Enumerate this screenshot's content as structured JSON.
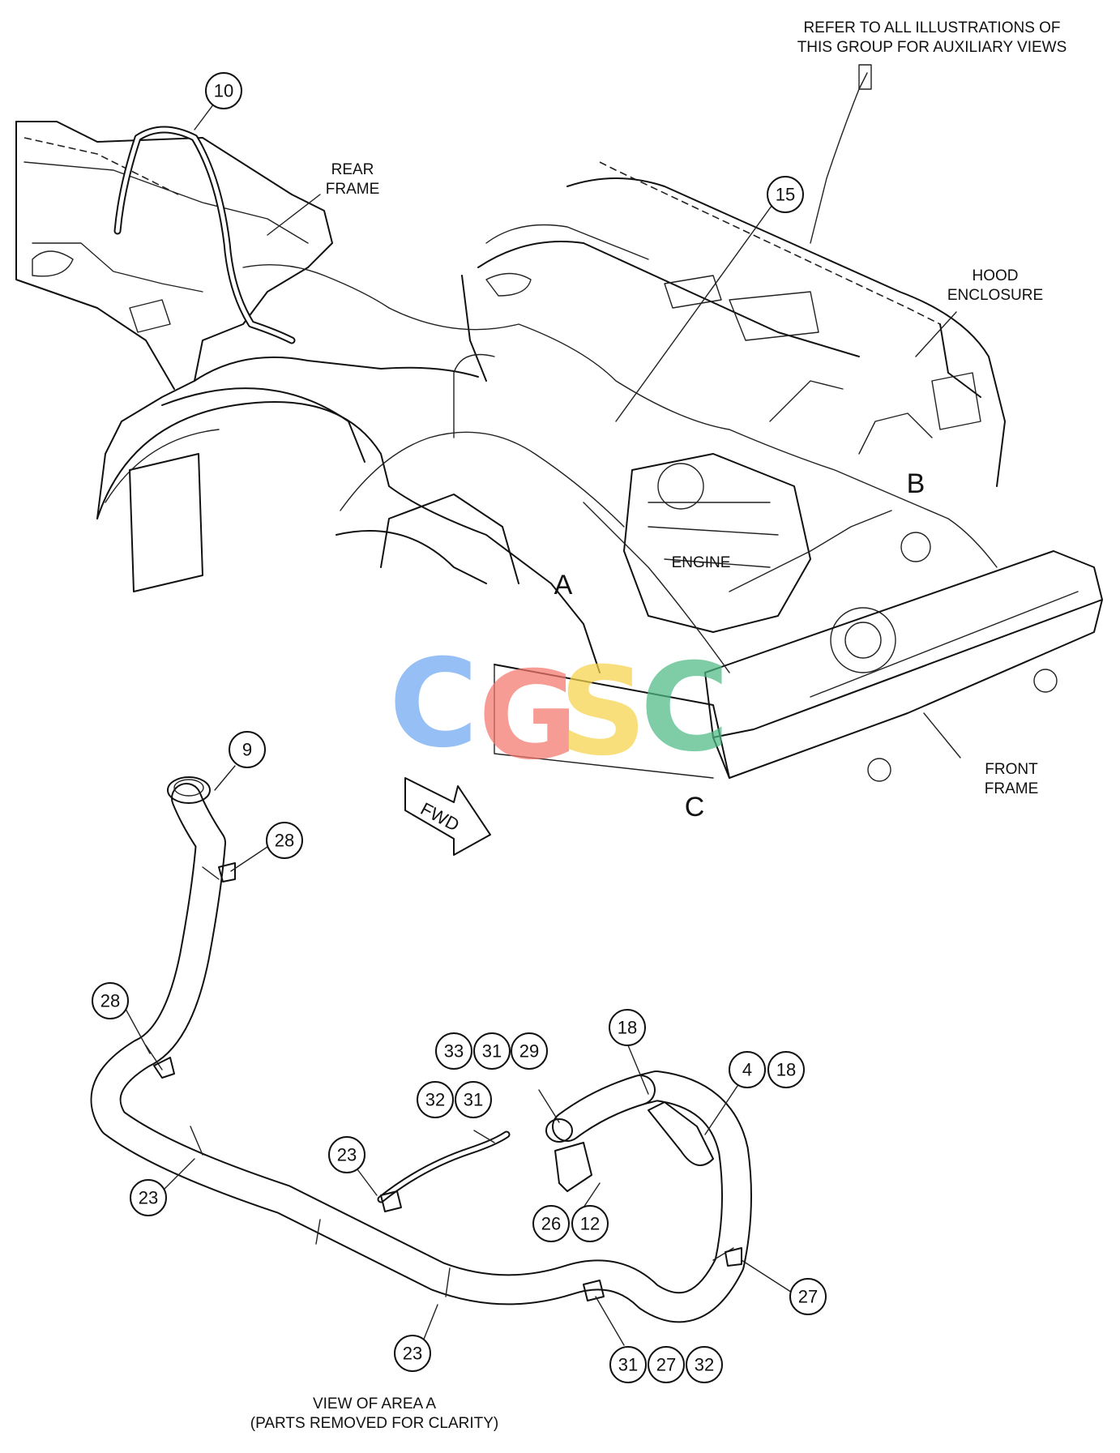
{
  "notes": {
    "refer_line1": "REFER TO ALL ILLUSTRATIONS OF",
    "refer_line2": "THIS GROUP FOR AUXILIARY VIEWS"
  },
  "labels": {
    "rear_frame_1": "REAR",
    "rear_frame_2": "FRAME",
    "hood_1": "HOOD",
    "hood_2": "ENCLOSURE",
    "engine": "ENGINE",
    "front_frame_1": "FRONT",
    "front_frame_2": "FRAME",
    "fwd": "FWD",
    "area_a": "A",
    "area_b": "B",
    "area_c": "C"
  },
  "detail_caption": {
    "line1": "VIEW OF AREA A",
    "line2": "(PARTS REMOVED FOR CLARITY)"
  },
  "watermark": {
    "letters": [
      "C",
      "G",
      "S",
      "C"
    ],
    "colors": [
      "#6ea8f2",
      "#f4776b",
      "#f6d34a",
      "#4dbb85"
    ]
  },
  "callouts": [
    "10",
    "15",
    "9",
    "28",
    "28",
    "33",
    "31",
    "29",
    "32",
    "31",
    "18",
    "4",
    "18",
    "23",
    "23",
    "26",
    "12",
    "27",
    "23",
    "31",
    "27",
    "32"
  ]
}
